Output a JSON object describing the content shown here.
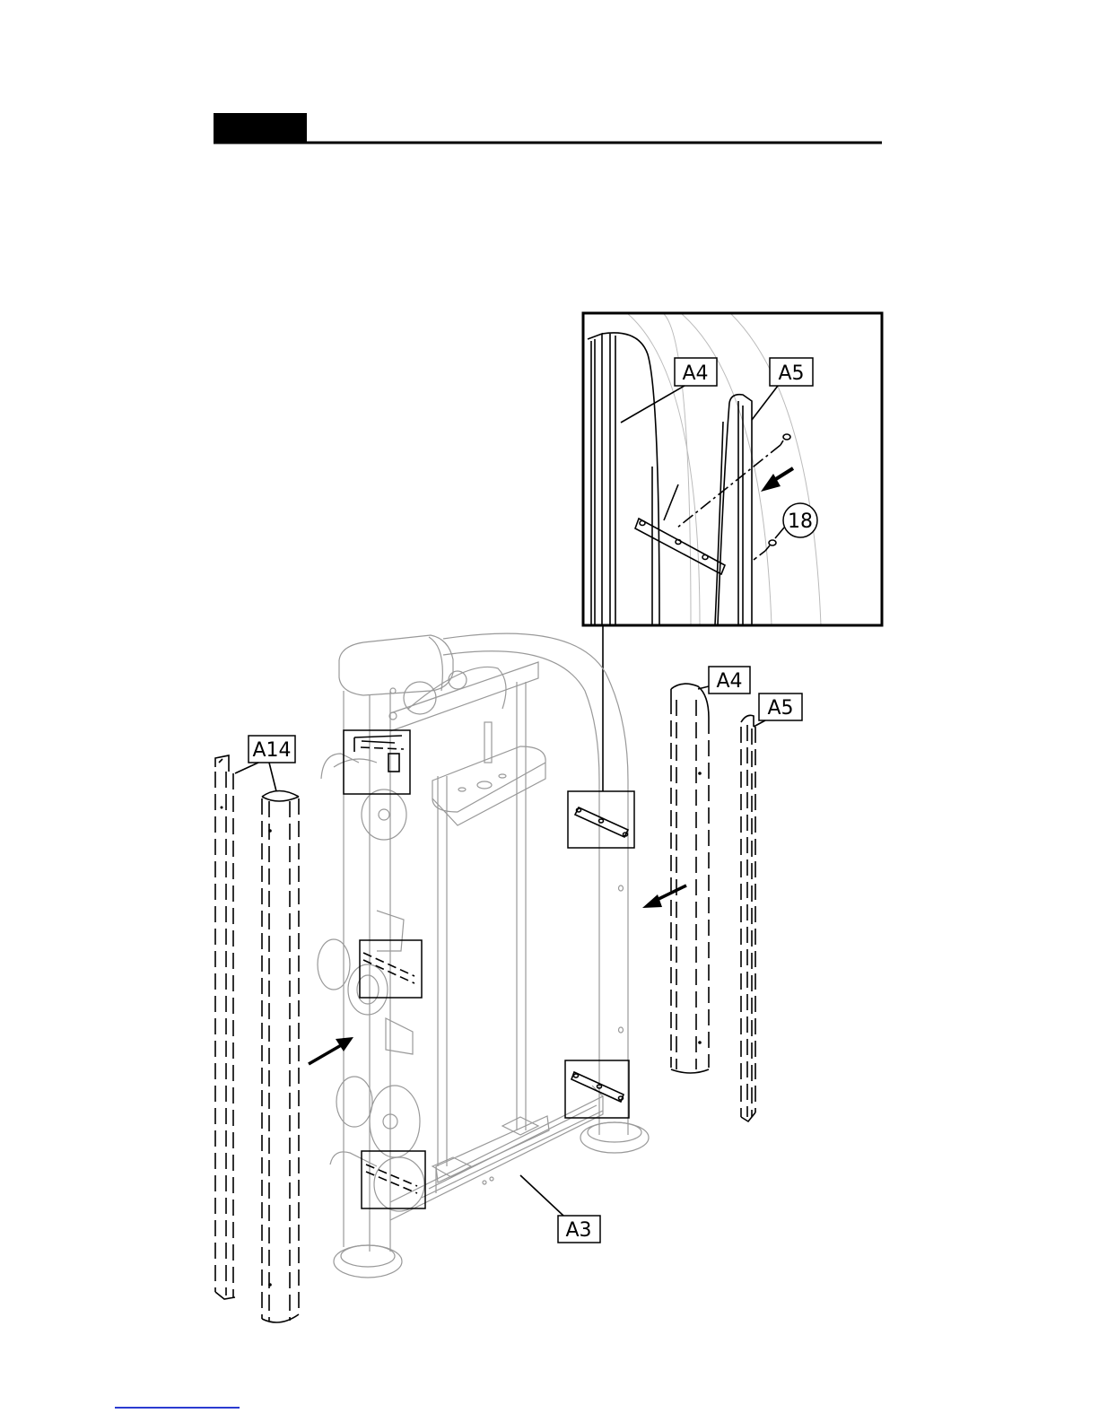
{
  "diagram": {
    "labels": {
      "inset_a4": "A4",
      "inset_a5": "A5",
      "inset_part18": "18",
      "main_a14": "A14",
      "main_a4": "A4",
      "main_a5": "A5",
      "main_a3": "A3"
    }
  }
}
